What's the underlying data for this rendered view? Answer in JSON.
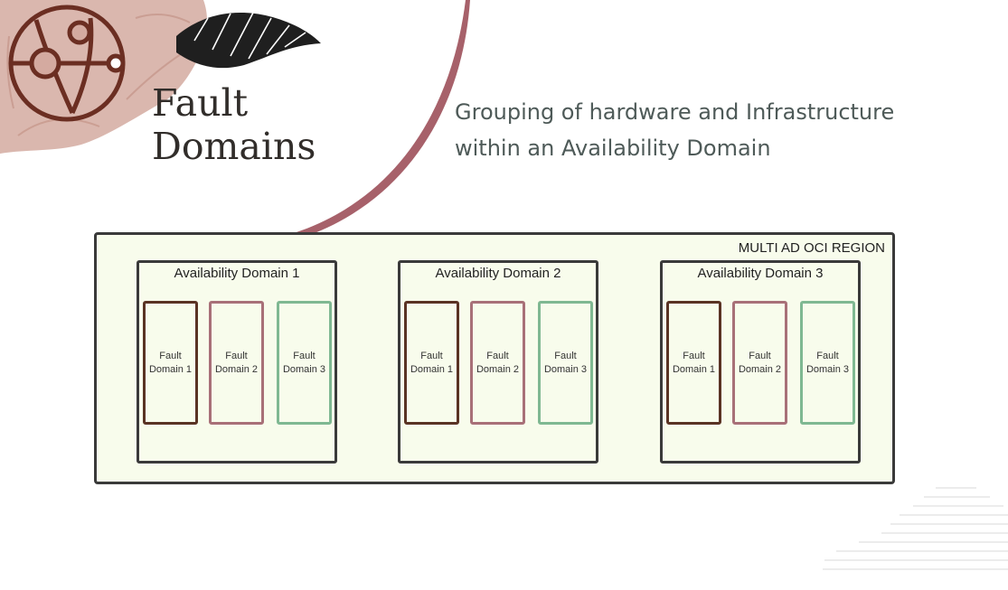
{
  "slide": {
    "title": "Fault\nDomains",
    "subtitle": "Grouping of hardware and Infrastructure within an Availability Domain"
  },
  "diagram": {
    "region_label": "MULTI AD OCI REGION",
    "availability_domains": [
      {
        "label": "Availability Domain 1",
        "fault_domains": [
          "Fault\nDomain 1",
          "Fault\nDomain 2",
          "Fault\nDomain 3"
        ]
      },
      {
        "label": "Availability Domain 2",
        "fault_domains": [
          "Fault\nDomain 1",
          "Fault\nDomain 2",
          "Fault\nDomain 3"
        ]
      },
      {
        "label": "Availability Domain 3",
        "fault_domains": [
          "Fault\nDomain 1",
          "Fault\nDomain 2",
          "Fault\nDomain 3"
        ]
      }
    ]
  },
  "colors": {
    "fault_domain_1_border": "#5a3324",
    "fault_domain_2_border": "#a87078",
    "fault_domain_3_border": "#7fb892",
    "region_fill": "#f8fcec",
    "accent_arc": "#a7616a",
    "icon_stroke": "#6b2e22"
  },
  "icons": [
    "globe-network-icon",
    "decorative-leaf",
    "decorative-cloud"
  ]
}
